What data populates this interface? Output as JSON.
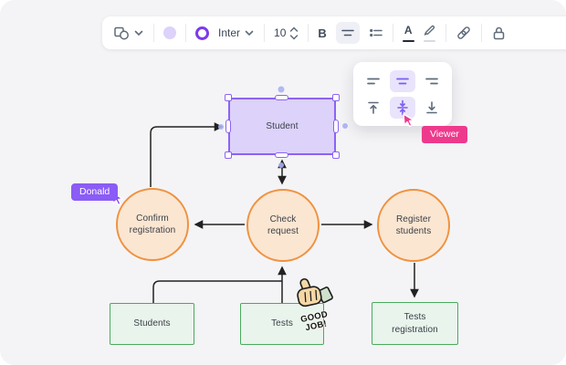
{
  "toolbar": {
    "font_name": "Inter",
    "font_size": "10",
    "bold_label": "B",
    "icon_names": [
      "shapes-icon",
      "chevron-down-icon",
      "fill-color-swatch",
      "stroke-color-swatch",
      "font-dropdown",
      "font-size-stepper",
      "bold-button",
      "align-center-icon",
      "list-icon",
      "text-color-icon",
      "highlighter-icon",
      "link-icon",
      "lock-icon"
    ]
  },
  "alignment_panel": {
    "icon_names": [
      "align-left",
      "align-center",
      "align-right",
      "valign-top",
      "valign-middle",
      "valign-bottom"
    ],
    "selected": [
      "align-center",
      "valign-middle"
    ]
  },
  "collaborators": [
    {
      "name": "Donald",
      "color": "#8b5cf6"
    },
    {
      "name": "Viewer",
      "color": "#ee3a8c"
    }
  ],
  "diagram": {
    "nodes": {
      "student": {
        "label": "Student",
        "shape": "rectangle",
        "fill": "#dcd2fa",
        "border": "#8c63f5",
        "selected": true
      },
      "confirm": {
        "label": "Confirm registration",
        "shape": "circle",
        "fill": "#fbe6d2",
        "border": "#f0923f"
      },
      "check": {
        "label": "Check request",
        "shape": "circle",
        "fill": "#fbe6d2",
        "border": "#f0923f"
      },
      "register": {
        "label": "Register students",
        "shape": "circle",
        "fill": "#fbe6d2",
        "border": "#f0923f"
      },
      "students": {
        "label": "Students",
        "shape": "rectangle",
        "fill": "#e9f4ec",
        "border": "#4aab5d"
      },
      "tests": {
        "label": "Tests",
        "shape": "rectangle",
        "fill": "#e9f4ec",
        "border": "#4aab5d"
      },
      "tests_registration": {
        "label": "Tests registration",
        "shape": "rectangle",
        "fill": "#e9f4ec",
        "border": "#4aab5d"
      }
    },
    "connectors": [
      "confirm-top to student-left (arrow)",
      "student-bottom to check-top (double arrow)",
      "check-left to confirm-right (arrow)",
      "check-right to register-left (arrow)",
      "register-bottom to tests-registration-top (arrow)",
      "students-top joins tests-top line to check-bottom (arrow)"
    ]
  },
  "sticker": {
    "line1": "GOOD",
    "line2": "JOB!"
  },
  "colors": {
    "canvas_bg": "#f4f4f6",
    "accent_purple": "#8b5cf6",
    "accent_pink": "#ee3a8c",
    "orange_border": "#f0923f",
    "green_border": "#4aab5d",
    "arrow": "#222222",
    "icon_gray": "#5f6b7a"
  }
}
